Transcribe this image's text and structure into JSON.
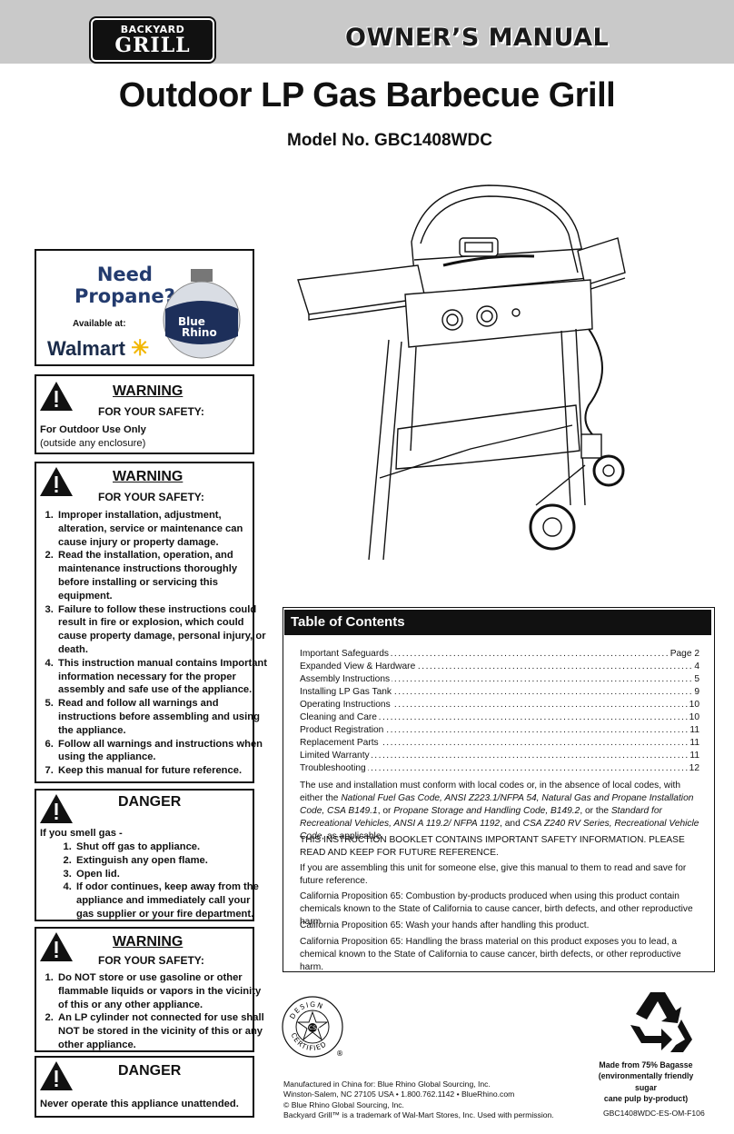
{
  "header": {
    "logo_line1": "BACKYARD",
    "logo_line2": "GRILL",
    "manual_title": "OWNER’S MANUAL",
    "product_title": "Outdoor LP Gas Barbecue Grill",
    "model": "Model No. GBC1408WDC"
  },
  "ad": {
    "need": "Need",
    "propane": "Propane?",
    "available": "Available at:",
    "walmart": "Walmart",
    "tank_brand_1": "Blue",
    "tank_brand_2": "Rhino"
  },
  "warning1": {
    "head": "WARNING",
    "safety": "FOR YOUR SAFETY:",
    "line1": "For Outdoor Use Only",
    "line2": "(outside any enclosure)"
  },
  "warning2": {
    "head": "WARNING",
    "safety": "FOR YOUR SAFETY:",
    "items": [
      "Improper installation, adjustment, alteration, service or maintenance can cause injury or property damage.",
      "Read the installation, operation, and maintenance instructions thoroughly before installing or servicing this equipment.",
      "Failure to follow these instructions could result in fire or explosion, which could cause property damage, personal injury, or death.",
      "This instruction manual contains Important information necessary for the proper assembly and safe use of the appliance.",
      "Read and follow all warnings and instructions before assembling and using the appliance.",
      "Follow all warnings and instructions when using the appliance.",
      "Keep this manual for future reference."
    ]
  },
  "danger1": {
    "head": "DANGER",
    "intro": "If you smell gas -",
    "items": [
      "Shut off gas to appliance.",
      "Extinguish any open flame.",
      "Open lid.",
      "If odor continues, keep away from the appliance and immediately call your gas supplier or your fire department."
    ]
  },
  "warning3": {
    "head": "WARNING",
    "safety": "FOR YOUR SAFETY:",
    "items": [
      "Do NOT store or use gasoline or other flammable liquids or vapors in the vicinity of this or any other appliance.",
      "An LP cylinder not connected for use shall NOT be stored in the vicinity of this or any other appliance."
    ]
  },
  "danger2": {
    "head": "DANGER",
    "text": "Never operate this appliance unattended."
  },
  "toc": {
    "title": "Table of Contents",
    "dots": "................................................................................................................................................",
    "entries": [
      {
        "label": "Important Safeguards",
        "page": "Page 2"
      },
      {
        "label": "Expanded View & Hardware",
        "page": "4"
      },
      {
        "label": "Assembly Instructions",
        "page": "5"
      },
      {
        "label": "Installing LP Gas Tank",
        "page": "9"
      },
      {
        "label": "Operating Instructions",
        "page": "10"
      },
      {
        "label": "Cleaning and Care",
        "page": "10"
      },
      {
        "label": "Product Registration",
        "page": "11"
      },
      {
        "label": "Replacement Parts",
        "page": "11"
      },
      {
        "label": "Limited Warranty",
        "page": "11"
      },
      {
        "label": "Troubleshooting",
        "page": "12"
      }
    ],
    "codes_a": "The use and installation must conform with local codes or, in the absence of local codes, with either the ",
    "codes_b": "National Fuel Gas Code, ANSI Z223.1/NFPA 54, Natural Gas and Propane Installation Code, CSA B149.1",
    "codes_c": ", or ",
    "codes_d": "Propane Storage and Handling Code, B149.2",
    "codes_e": ", or the ",
    "codes_f": "Standard for Recreational Vehicles, ANSI A 119.2/ NFPA 1192",
    "codes_g": ", and ",
    "codes_h": "CSA Z240 RV Series, Recreational Vehicle Code,",
    "codes_i": " as applicable.",
    "booklet": "THIS INSTRUCTION BOOKLET CONTAINS IMPORTANT SAFETY INFORMATION. PLEASE READ AND KEEP FOR FUTURE REFERENCE.",
    "assembling": "If you are assembling this unit for someone else, give this manual to them to read and save for future reference.",
    "prop65_1": "California Proposition 65: Combustion by-products produced when using this product contain chemicals known to the State of California to cause cancer, birth defects, and other reproductive harm.",
    "prop65_2": "California Proposition 65: Wash your hands after handling this product.",
    "prop65_3": "California Proposition 65: Handling the brass material on this product exposes you to lead, a chemical known to the State of California to cause cancer, birth defects, or other reproductive harm."
  },
  "seal": {
    "top": "DESIGN",
    "bottom": "CERTIFIED",
    "center": "CSA",
    "reg": "®"
  },
  "footer": {
    "bagasse_1": "Made from 75% Bagasse",
    "bagasse_2": "(environmentally friendly sugar",
    "bagasse_3": "cane pulp by-product)",
    "mfg_1": "Manufactured in China for: Blue Rhino Global Sourcing, Inc.",
    "mfg_2": "Winston-Salem, NC 27105 USA • 1.800.762.1142 • BlueRhino.com",
    "mfg_3": "© Blue Rhino Global Sourcing, Inc.",
    "mfg_4": "Backyard Grill™ is a trademark of Wal-Mart Stores, Inc. Used with permission.",
    "code": "GBC1408WDC-ES-OM-F106"
  }
}
